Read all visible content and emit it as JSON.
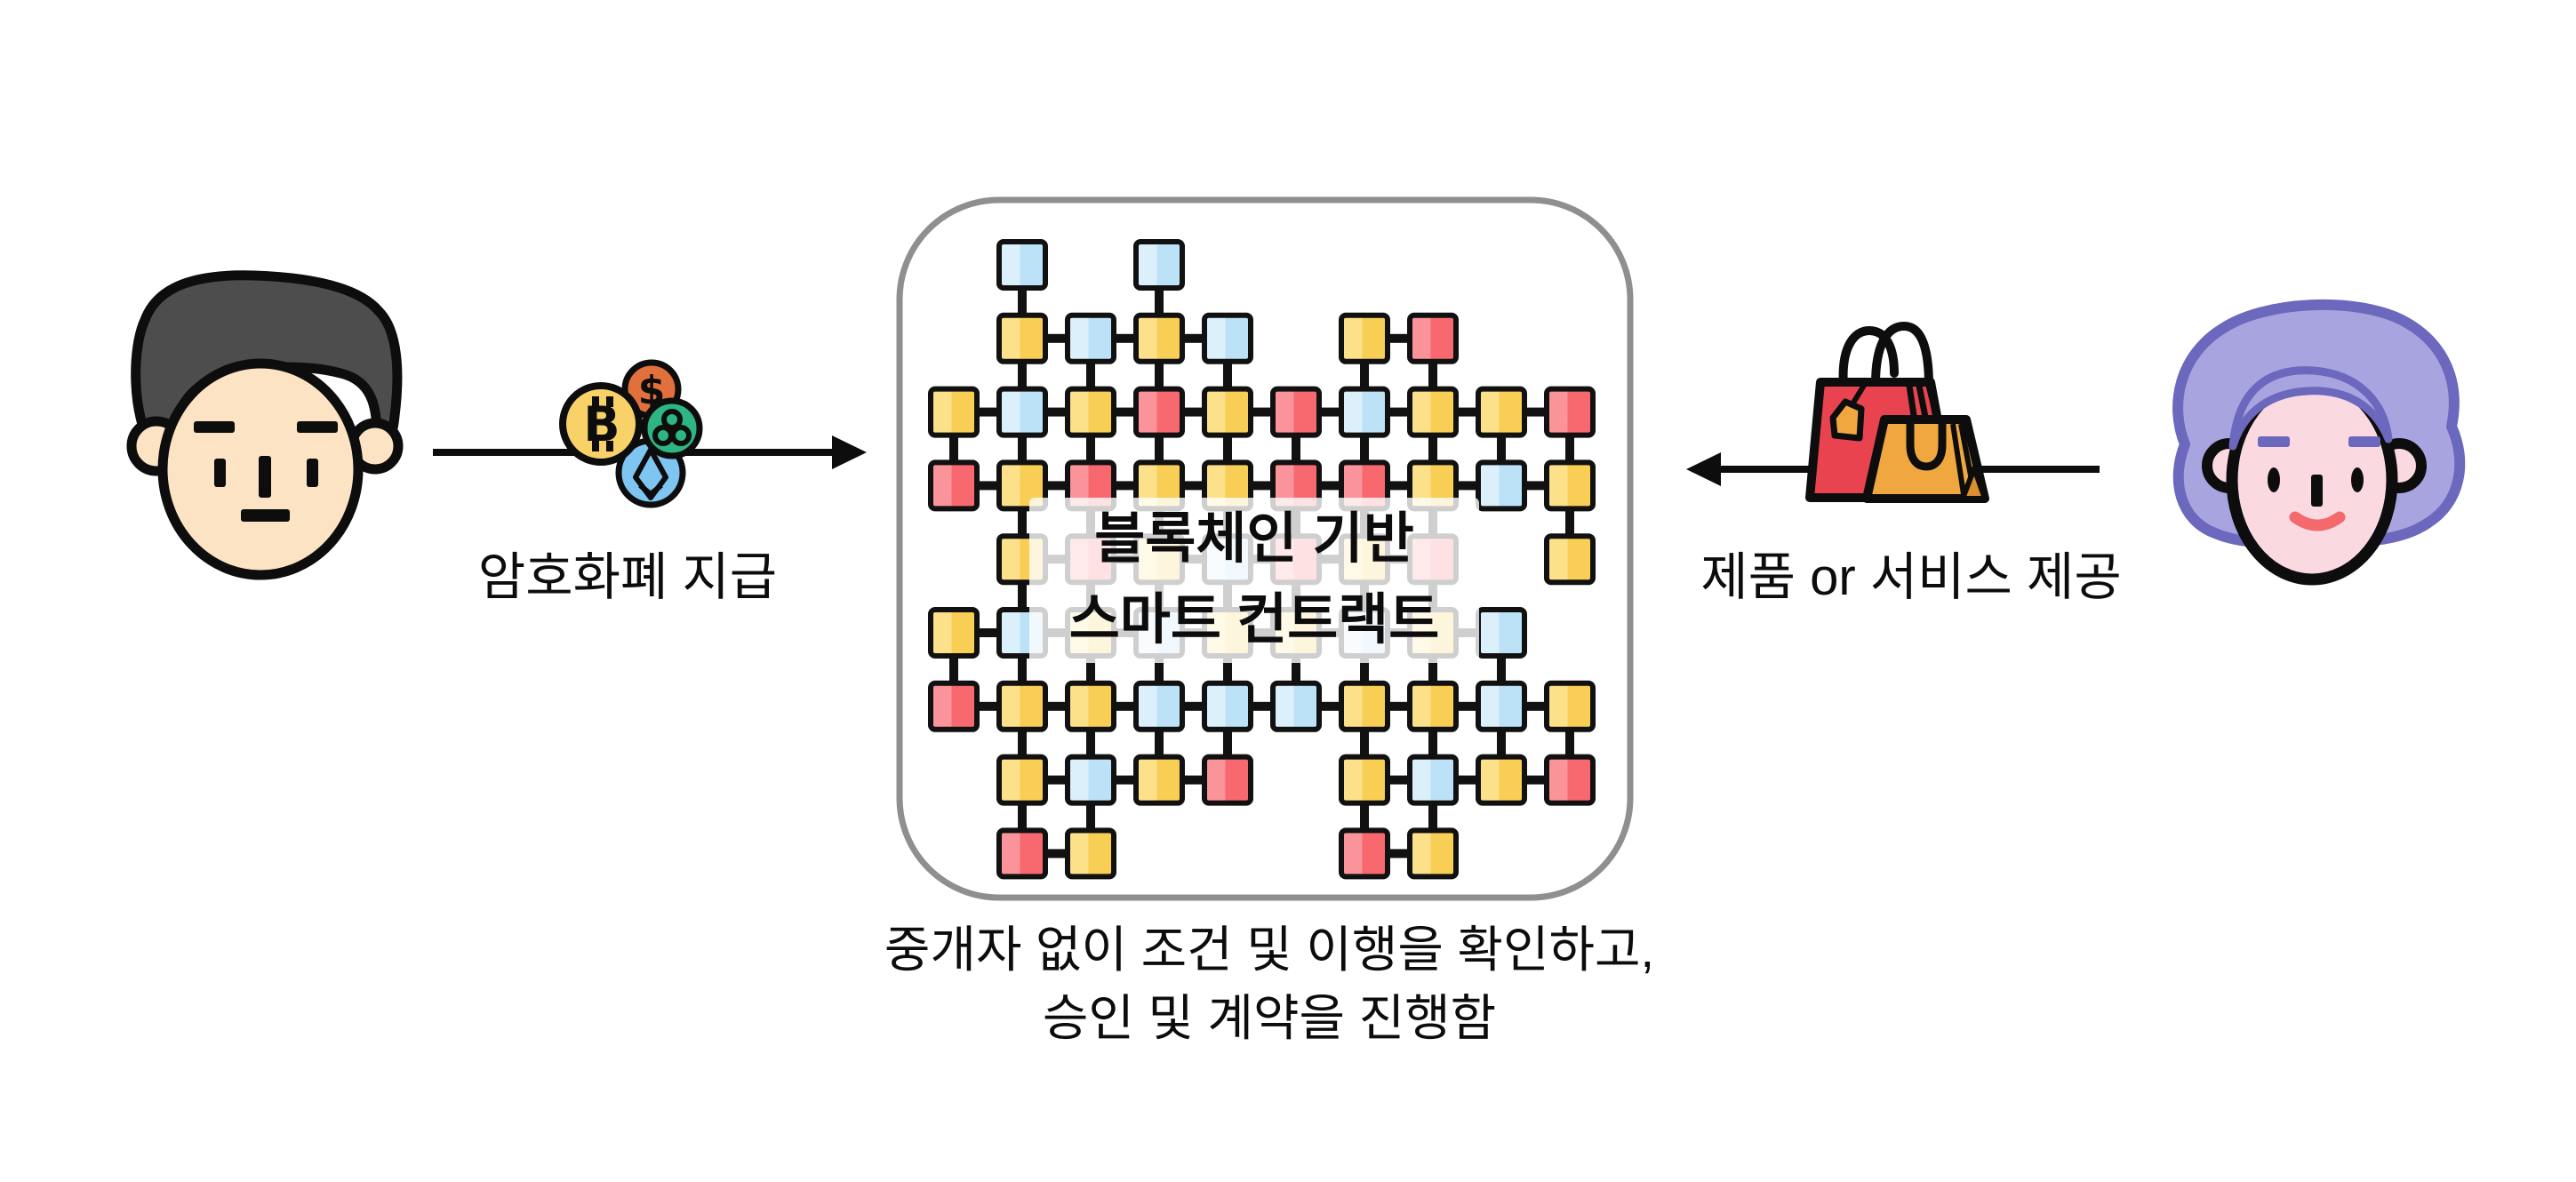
{
  "diagram": {
    "left_actor": {
      "name": "buyer-man",
      "hair_color": "#4D4D4D",
      "skin_color": "#FCE3C4"
    },
    "right_actor": {
      "name": "seller-woman",
      "hair_color": "#A8A4DF",
      "hair_outline": "#6B68BD",
      "skin_color": "#FBD9E0",
      "mouth_color": "#F4696B"
    },
    "left_flow": {
      "label": "암호화폐 지급",
      "direction": "right",
      "icon": "cryptocurrency-coins",
      "coin_symbols": {
        "bitcoin_letter": "B",
        "dollar": "$"
      },
      "coin_colors": {
        "bitcoin": "#F8D169",
        "dollar": "#E2703D",
        "token": "#2EB584",
        "ethereum": "#7EC5F2"
      }
    },
    "right_flow": {
      "label": "제품 or 서비스 제공",
      "direction": "left",
      "icon": "shopping-bags",
      "bag_colors": {
        "red_bag": "#E8434E",
        "orange_bag": "#F1A73F",
        "fold": "#DB8F2E"
      }
    },
    "center_box": {
      "title": [
        "블록체인 기반",
        "스마트 컨트랙트"
      ],
      "border_color": "#8f8f8f",
      "background": "#ffffff"
    },
    "caption": [
      "중개자 없이 조건 및 이행을 확인하고,",
      "승인 및 계약을 진행함"
    ],
    "blockchain_grid": {
      "rows": [
        ".B.B......",
        ".YBYB.YR..",
        "YBYRYRBYYR",
        "RYRYYRRYBY",
        ".YRYBRYR.Y",
        "YBYBYYBYB.",
        "RYYBBBYYBY",
        ".YBYR.YBYR",
        ".RY...RY.."
      ],
      "palette": {
        "Y": {
          "base": "#F8CE55",
          "light": "#FCE08A"
        },
        "B": {
          "base": "#BCE2F8",
          "light": "#DCF0FC"
        },
        "R": {
          "base": "#F7696E",
          "light": "#FA939A"
        }
      },
      "line_color": "#111111"
    }
  }
}
